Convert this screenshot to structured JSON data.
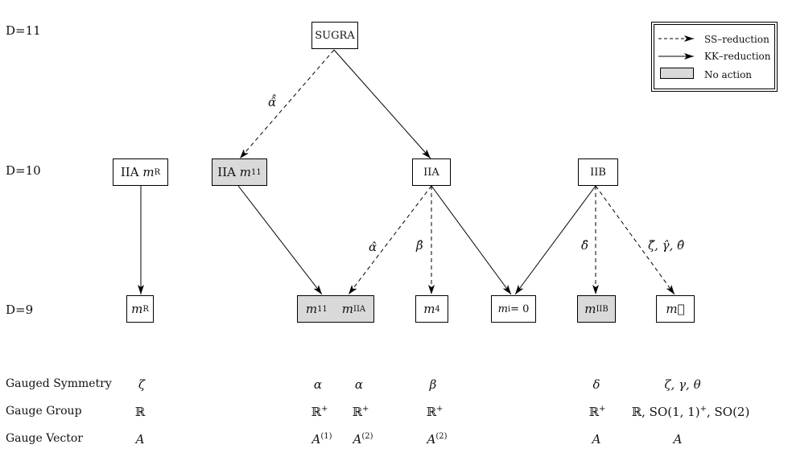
{
  "dimensions": {
    "d11": "D=11",
    "d10": "D=10",
    "d9": "D=9"
  },
  "legend": {
    "ss": "SS–reduction",
    "kk": "KK–reduction",
    "none": "No action"
  },
  "nodes": {
    "sugra": {
      "text": "SUGRA"
    },
    "iia_mr": {
      "text": "IIA",
      "math": "m",
      "sub": "R"
    },
    "iia_m11": {
      "text": "IIA",
      "math": "m",
      "sub": "11"
    },
    "iia": {
      "text": "IIA"
    },
    "iib": {
      "text": "IIB"
    },
    "mr": {
      "math": "m",
      "sub": "R"
    },
    "m11_miia": {
      "math1": "m",
      "sub1": "11",
      "math2": "m",
      "sub2": "IIA"
    },
    "m4": {
      "math": "m",
      "sub": "4"
    },
    "mi0": {
      "math": "m",
      "sub": "i",
      "rest": " = 0"
    },
    "miib": {
      "math": "m",
      "sub": "IIB"
    },
    "mvec": {
      "text": "m⃗"
    }
  },
  "edge_labels": {
    "alpha_hathat": "α̂̂",
    "alpha_hat": "α̂",
    "beta_hat": "β̂",
    "delta_hat": "δ̂",
    "zgt_hat": "ζ̂, γ̂, θ̂"
  },
  "table": {
    "row_labels": [
      "Gauged Symmetry",
      "Gauge Group",
      "Gauge Vector"
    ],
    "symmetry": [
      "ζ",
      "α",
      "α",
      "β",
      "δ",
      "ζ, γ, θ"
    ],
    "group": [
      "ℝ",
      "ℝ",
      "+",
      "ℝ",
      "+",
      "ℝ",
      "+",
      "ℝ",
      "+",
      "ℝ, SO(1, 1)",
      "+",
      ", SO(2)"
    ],
    "vector": [
      "A",
      "A",
      "(1)",
      "A",
      "(2)",
      "A",
      "(2)",
      "A",
      "A"
    ]
  }
}
